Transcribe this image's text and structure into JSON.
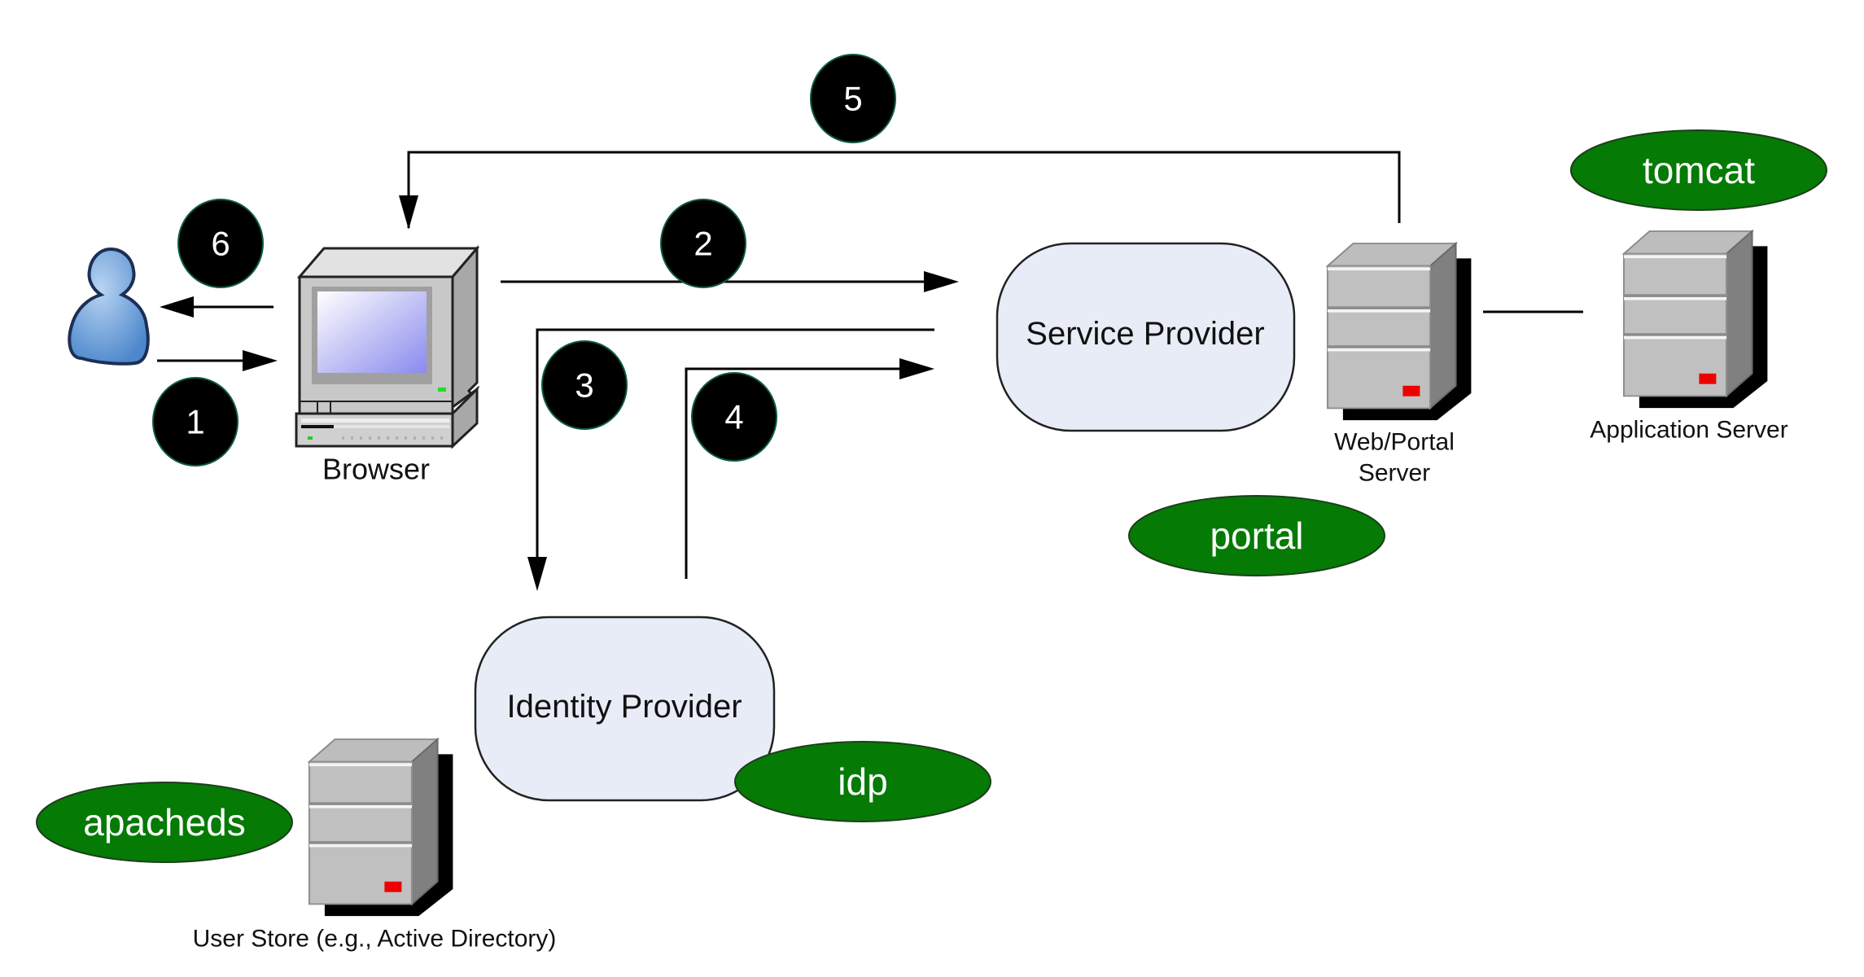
{
  "diagram": {
    "title": "SAML SSO flow: Browser, Service Provider, Identity Provider",
    "colors": {
      "tag_green": "#057A05",
      "box_fill": "#E8ECF7",
      "step_fill": "#000000",
      "server_red": "#EE0000"
    },
    "actors": {
      "user": {
        "icon": "user-icon"
      },
      "browser": {
        "label": "Browser",
        "icon": "computer-icon"
      }
    },
    "boxes": {
      "service_provider": "Service Provider",
      "identity_provider": "Identity Provider"
    },
    "servers": {
      "web_portal": {
        "label_line1": "Web/Portal",
        "label_line2": "Server",
        "icon": "server-icon"
      },
      "application": {
        "label": "Application Server",
        "icon": "server-icon"
      },
      "user_store": {
        "label": "User Store (e.g., Active Directory)",
        "icon": "server-icon"
      }
    },
    "tags": {
      "tomcat": "tomcat",
      "portal": "portal",
      "idp": "idp",
      "apacheds": "apacheds"
    },
    "steps": [
      "1",
      "2",
      "3",
      "4",
      "5",
      "6"
    ],
    "flows": [
      {
        "step": "1",
        "from": "User",
        "to": "Browser"
      },
      {
        "step": "2",
        "from": "Browser",
        "to": "Service Provider"
      },
      {
        "step": "3",
        "from": "Service Provider",
        "to": "Identity Provider"
      },
      {
        "step": "4",
        "from": "Identity Provider",
        "to": "Service Provider"
      },
      {
        "step": "5",
        "from": "Web/Portal Server",
        "to": "Browser"
      },
      {
        "step": "6",
        "from": "Browser",
        "to": "User"
      }
    ]
  }
}
